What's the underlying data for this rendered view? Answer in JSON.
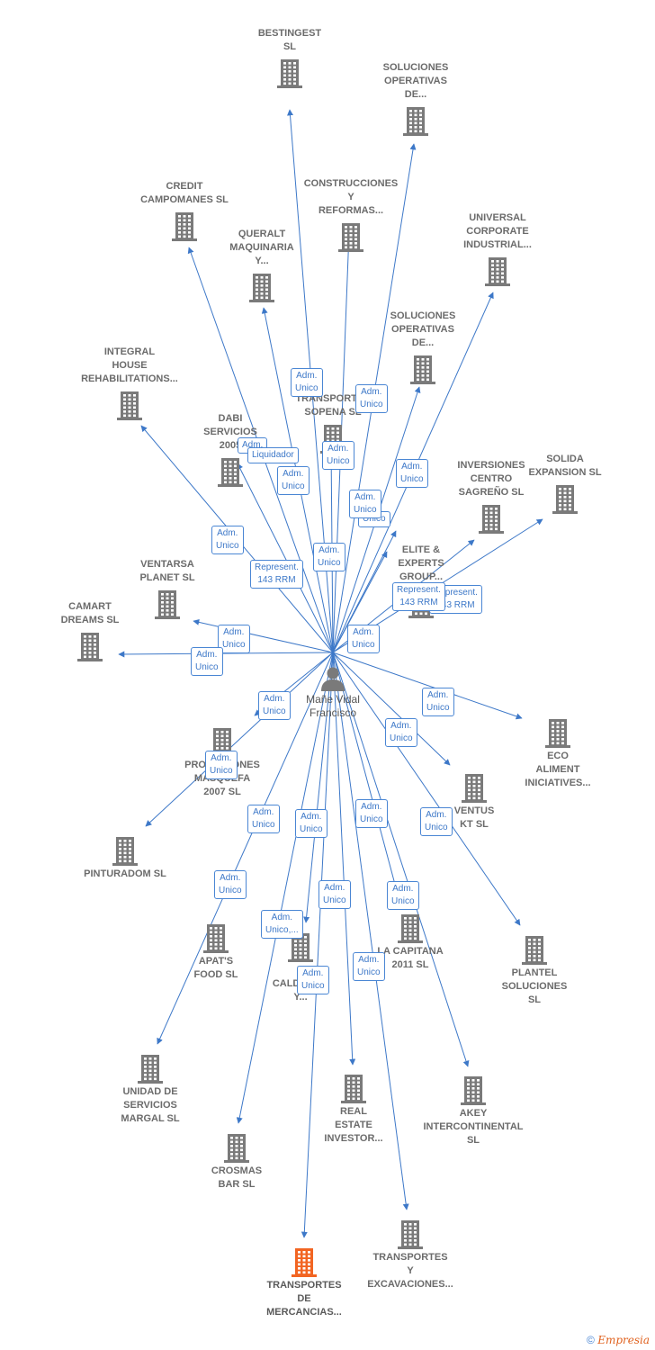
{
  "center": {
    "name_lines": [
      "Mañe Vidal",
      "Francisco"
    ]
  },
  "colors": {
    "edge": "#3d78c8",
    "building": "#7a7a7a",
    "highlight": "#f26522"
  },
  "companies": [
    {
      "id": "bestingest",
      "lines": [
        "BESTINGEST",
        "SL"
      ],
      "label_pos": "above"
    },
    {
      "id": "soluciones1",
      "lines": [
        "SOLUCIONES",
        "OPERATIVAS",
        "DE..."
      ],
      "label_pos": "above"
    },
    {
      "id": "credit",
      "lines": [
        "CREDIT",
        "CAMPOMANES SL"
      ],
      "label_pos": "above"
    },
    {
      "id": "construcciones",
      "lines": [
        "CONSTRUCCIONES",
        "Y",
        "REFORMAS..."
      ],
      "label_pos": "above"
    },
    {
      "id": "universal",
      "lines": [
        "UNIVERSAL",
        "CORPORATE",
        "INDUSTRIAL..."
      ],
      "label_pos": "above"
    },
    {
      "id": "queralt",
      "lines": [
        "QUERALT",
        "MAQUINARIA",
        "Y..."
      ],
      "label_pos": "above"
    },
    {
      "id": "soluciones2",
      "lines": [
        "SOLUCIONES",
        "OPERATIVAS",
        "DE..."
      ],
      "label_pos": "above"
    },
    {
      "id": "integral",
      "lines": [
        "INTEGRAL",
        "HOUSE",
        "REHABILITATIONS..."
      ],
      "label_pos": "above"
    },
    {
      "id": "transportes_sopena",
      "lines": [
        "TRANSPORTES",
        "SOPENA SL"
      ],
      "label_pos": "above"
    },
    {
      "id": "dabi",
      "lines": [
        "DABI",
        "SERVICIOS",
        "2005"
      ],
      "label_pos": "above"
    },
    {
      "id": "inversiones",
      "lines": [
        "INVERSIONES",
        "CENTRO",
        "SAGREÑO SL"
      ],
      "label_pos": "above"
    },
    {
      "id": "solida",
      "lines": [
        "SOLIDA",
        "EXPANSION SL"
      ],
      "label_pos": "above"
    },
    {
      "id": "elite",
      "lines": [
        "ELITE &",
        "EXPERTS",
        "GROUP..."
      ],
      "label_pos": "above"
    },
    {
      "id": "ventarsa",
      "lines": [
        "VENTARSA",
        "PLANET SL"
      ],
      "label_pos": "above"
    },
    {
      "id": "camart",
      "lines": [
        "CAMART",
        "DREAMS SL"
      ],
      "label_pos": "above"
    },
    {
      "id": "eco",
      "lines": [
        "ECO",
        "ALIMENT",
        "INICIATIVES..."
      ],
      "label_pos": "below"
    },
    {
      "id": "promociones",
      "lines": [
        "PROMOCIONES",
        "MASQUEFA",
        "2007 SL"
      ],
      "label_pos": "below"
    },
    {
      "id": "ventus",
      "lines": [
        "VENTUS",
        "KT SL"
      ],
      "label_pos": "below"
    },
    {
      "id": "pinturadom",
      "lines": [
        "PINTURADOM SL"
      ],
      "label_pos": "below"
    },
    {
      "id": "apats",
      "lines": [
        "APAT'S",
        "FOOD SL"
      ],
      "label_pos": "below"
    },
    {
      "id": "calderon",
      "lines": [
        "H",
        "CALDERON",
        "Y..."
      ],
      "label_pos": "below"
    },
    {
      "id": "capitana",
      "lines": [
        "LA CAPITANA",
        "2011 SL"
      ],
      "label_pos": "below"
    },
    {
      "id": "plantel",
      "lines": [
        "PLANTEL",
        "SOLUCIONES",
        "SL"
      ],
      "label_pos": "below"
    },
    {
      "id": "unidad",
      "lines": [
        "UNIDAD DE",
        "SERVICIOS",
        "MARGAL SL"
      ],
      "label_pos": "below"
    },
    {
      "id": "real",
      "lines": [
        "REAL",
        "ESTATE",
        "INVESTOR..."
      ],
      "label_pos": "below"
    },
    {
      "id": "akey",
      "lines": [
        "AKEY",
        "INTERCONTINENTAL SL"
      ],
      "label_pos": "below"
    },
    {
      "id": "crosmas",
      "lines": [
        "CROSMAS",
        "BAR SL"
      ],
      "label_pos": "below"
    },
    {
      "id": "transportes_exc",
      "lines": [
        "TRANSPORTES",
        "Y",
        "EXCAVACIONES..."
      ],
      "label_pos": "below"
    },
    {
      "id": "transportes_merc",
      "lines": [
        "TRANSPORTES",
        "DE",
        "MERCANCIAS..."
      ],
      "label_pos": "below",
      "highlight": true
    }
  ],
  "edge_labels": [
    {
      "lines": [
        "Adm.",
        "Unico"
      ]
    },
    {
      "lines": [
        "Adm.",
        "Unico"
      ]
    },
    {
      "lines": [
        "Adm."
      ]
    },
    {
      "lines": [
        "Liquidador"
      ]
    },
    {
      "lines": [
        "Adm.",
        "Unico"
      ]
    },
    {
      "lines": [
        "Adm.",
        "Unico"
      ]
    },
    {
      "lines": [
        "Adm.",
        "Unico"
      ]
    },
    {
      "lines": [
        "Adm.",
        "Unico"
      ]
    },
    {
      "lines": [
        "Unico"
      ]
    },
    {
      "lines": [
        "Adm.",
        "Unico"
      ]
    },
    {
      "lines": [
        "Adm.",
        "Unico"
      ]
    },
    {
      "lines": [
        "Represent.",
        "143 RRM"
      ]
    },
    {
      "lines": [
        "Adm.",
        "Unico"
      ]
    },
    {
      "lines": [
        "Adm.",
        "Unico"
      ]
    },
    {
      "lines": [
        "Adm.",
        "Unico"
      ]
    },
    {
      "lines": [
        "Represent.",
        "143 RRM"
      ]
    },
    {
      "lines": [
        "Represent.",
        "143 RRM"
      ]
    },
    {
      "lines": [
        "Adm.",
        "Unico"
      ]
    },
    {
      "lines": [
        "Adm.",
        "Unico"
      ]
    },
    {
      "lines": [
        "Adm.",
        "Unico"
      ]
    },
    {
      "lines": [
        "Adm.",
        "Unico"
      ]
    },
    {
      "lines": [
        "Adm.",
        "Unico"
      ]
    },
    {
      "lines": [
        "Adm.",
        "Unico"
      ]
    },
    {
      "lines": [
        "Adm.",
        "Unico"
      ]
    },
    {
      "lines": [
        "Adm.",
        "Unico"
      ]
    },
    {
      "lines": [
        "Adm.",
        "Unico"
      ]
    },
    {
      "lines": [
        "Adm.",
        "Unico,..."
      ]
    },
    {
      "lines": [
        "Adm.",
        "Unico"
      ]
    },
    {
      "lines": [
        "Adm.",
        "Unico"
      ]
    },
    {
      "lines": [
        "Adm.",
        "Unico"
      ]
    },
    {
      "lines": [
        "Adm.",
        "Unico"
      ]
    }
  ],
  "footer": {
    "copyright": "©",
    "brand": "Empresia"
  }
}
